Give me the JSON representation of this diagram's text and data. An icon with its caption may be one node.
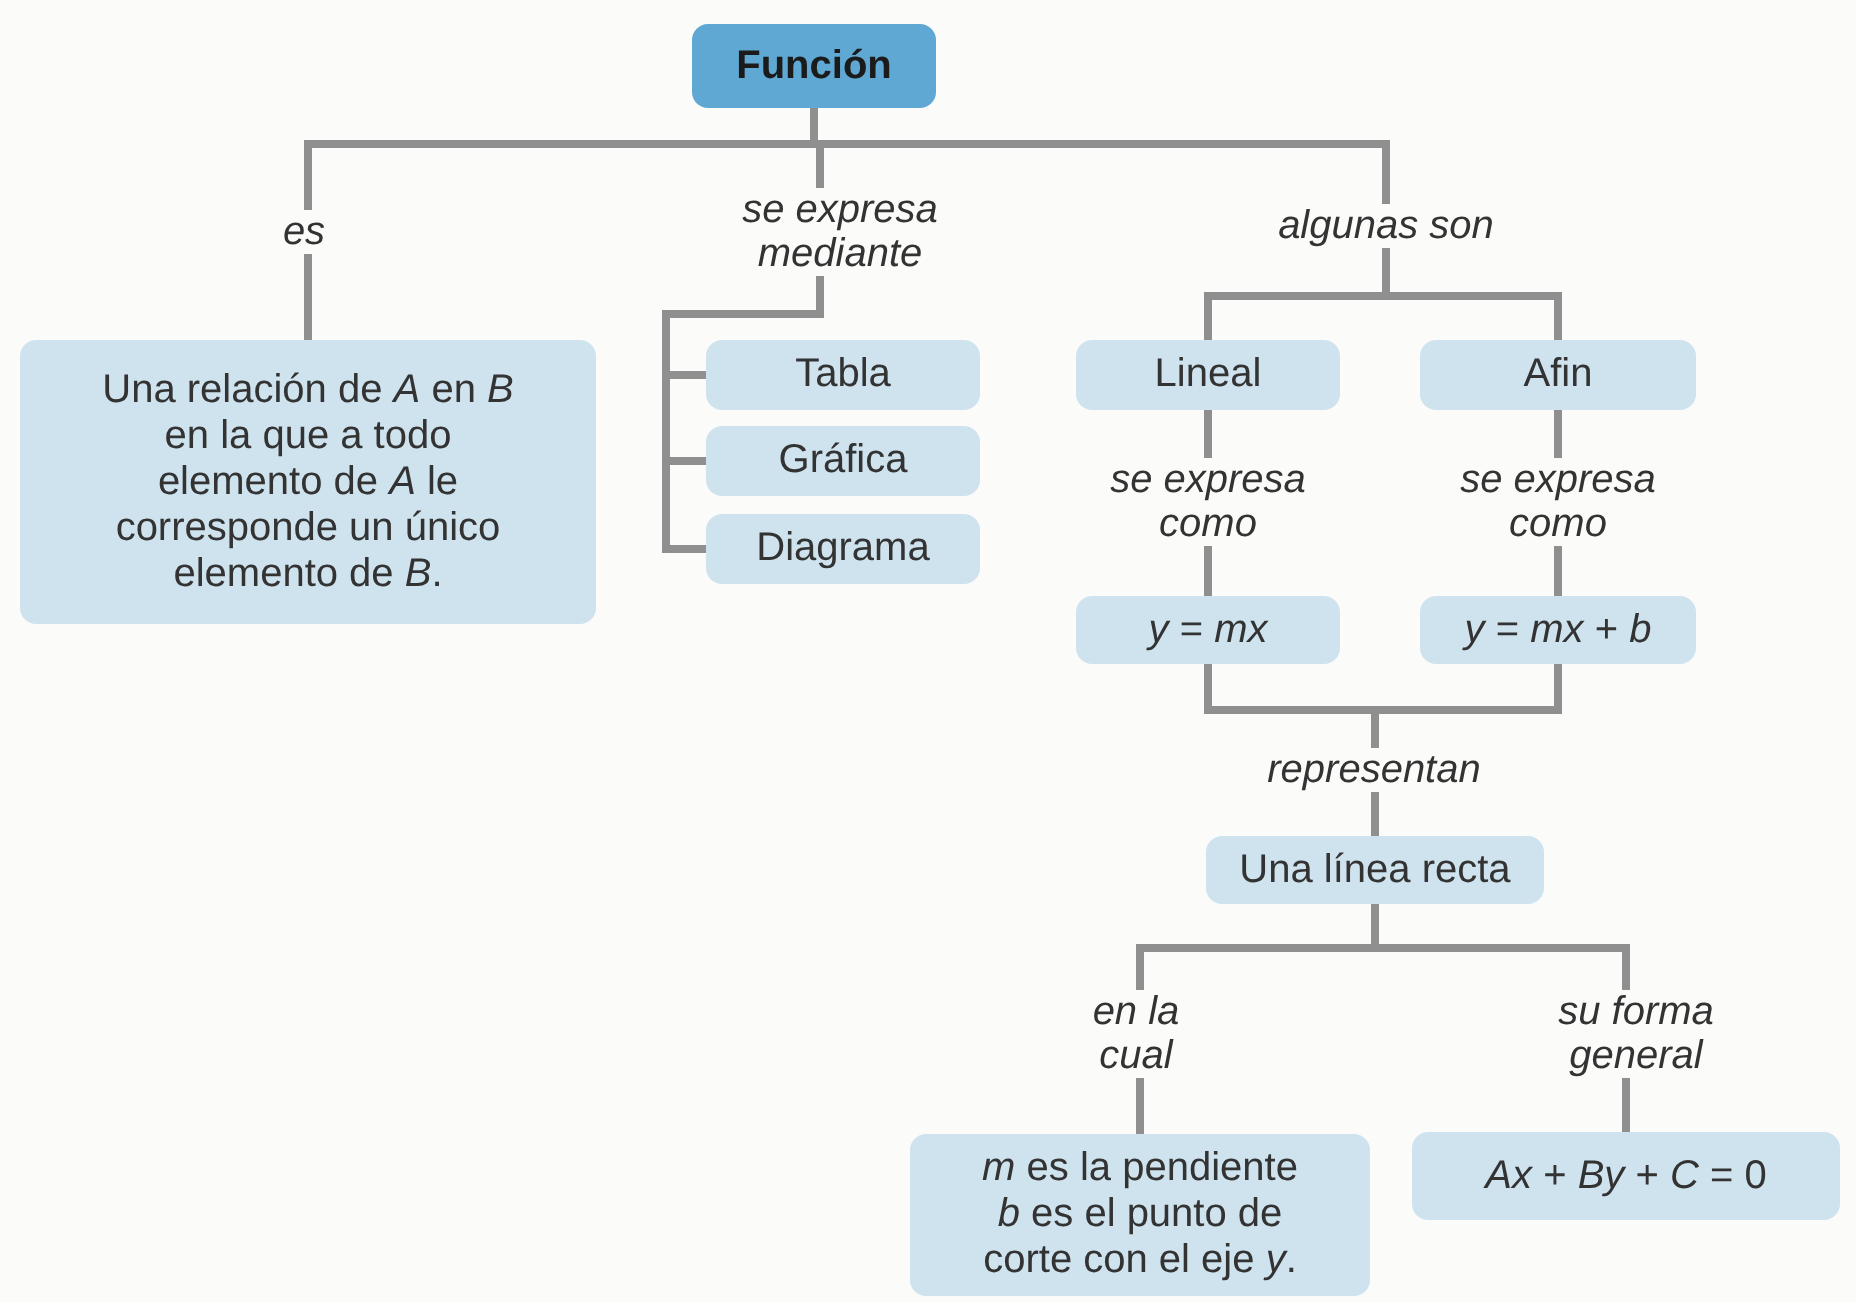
{
  "diagram": {
    "nodes": [
      {
        "text": [
          "Función"
        ]
      },
      {
        "text": [
          "Una relación de *A* en *B* en la que a todo elemento de *A* le corresponde un único elemento de *B*."
        ]
      },
      {
        "text": [
          "Tabla"
        ]
      },
      {
        "text": [
          "Gráfica"
        ]
      },
      {
        "text": [
          "Diagrama"
        ]
      },
      {
        "text": [
          "Lineal"
        ]
      },
      {
        "text": [
          "Afin"
        ]
      },
      {
        "text": [
          "*y* = *mx*"
        ]
      },
      {
        "text": [
          "*y* = *mx* + *b*"
        ]
      },
      {
        "text": [
          "Una línea recta"
        ]
      },
      {
        "text": [
          "*m* es la pendiente *b* es el punto de corte con el eje *y*."
        ]
      },
      {
        "text": [
          "*Ax* + *By* + *C* = 0"
        ]
      }
    ],
    "edges": [
      {
        "from": 0,
        "to": 1,
        "arrow": "none",
        "label": "es"
      },
      {
        "from": 0,
        "to": 2,
        "arrow": "none",
        "label": "se expresa mediante"
      },
      {
        "from": 0,
        "to": 3,
        "arrow": "none"
      },
      {
        "from": 0,
        "to": 4,
        "arrow": "none"
      },
      {
        "from": 0,
        "to": 5,
        "arrow": "none",
        "label": "algunas son"
      },
      {
        "from": 0,
        "to": 6,
        "arrow": "none"
      },
      {
        "from": 5,
        "to": 7,
        "arrow": "none",
        "label": "se expresa como"
      },
      {
        "from": 6,
        "to": 8,
        "arrow": "none",
        "label": "se expresa como"
      },
      {
        "from": 7,
        "to": 9,
        "arrow": "none",
        "label": "representan"
      },
      {
        "from": 8,
        "to": 9,
        "arrow": "none"
      },
      {
        "from": 9,
        "to": 10,
        "arrow": "none",
        "label": "en la cual"
      },
      {
        "from": 9,
        "to": 11,
        "arrow": "none",
        "label": "su forma general"
      }
    ]
  }
}
